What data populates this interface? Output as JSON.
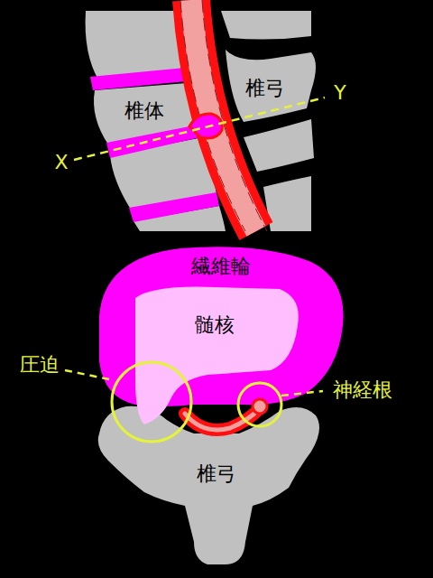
{
  "diagram": {
    "nodes": [
      {
        "text": [
          "椎体"
        ]
      },
      {
        "text": [
          "椎弓"
        ]
      },
      {
        "text": [
          "繊維輪"
        ]
      },
      {
        "text": [
          "髄核"
        ],
        "in": 2
      },
      {
        "text": [
          "椎弓"
        ]
      }
    ],
    "labels": [
      "X",
      "Y",
      "圧迫",
      "神経根"
    ]
  }
}
